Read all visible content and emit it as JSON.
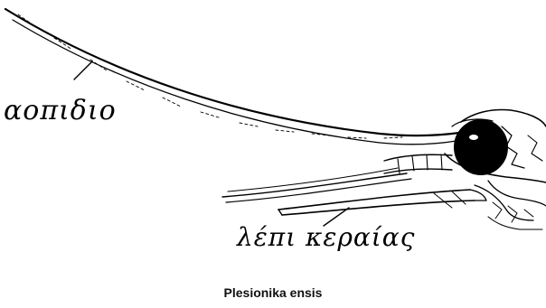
{
  "labels": {
    "rostrum": "αοπιδιο",
    "antennal_scale": "λέπι κεραίας"
  },
  "caption": "Plesionika ensis",
  "colors": {
    "ink": "#000000",
    "paper": "#ffffff"
  }
}
